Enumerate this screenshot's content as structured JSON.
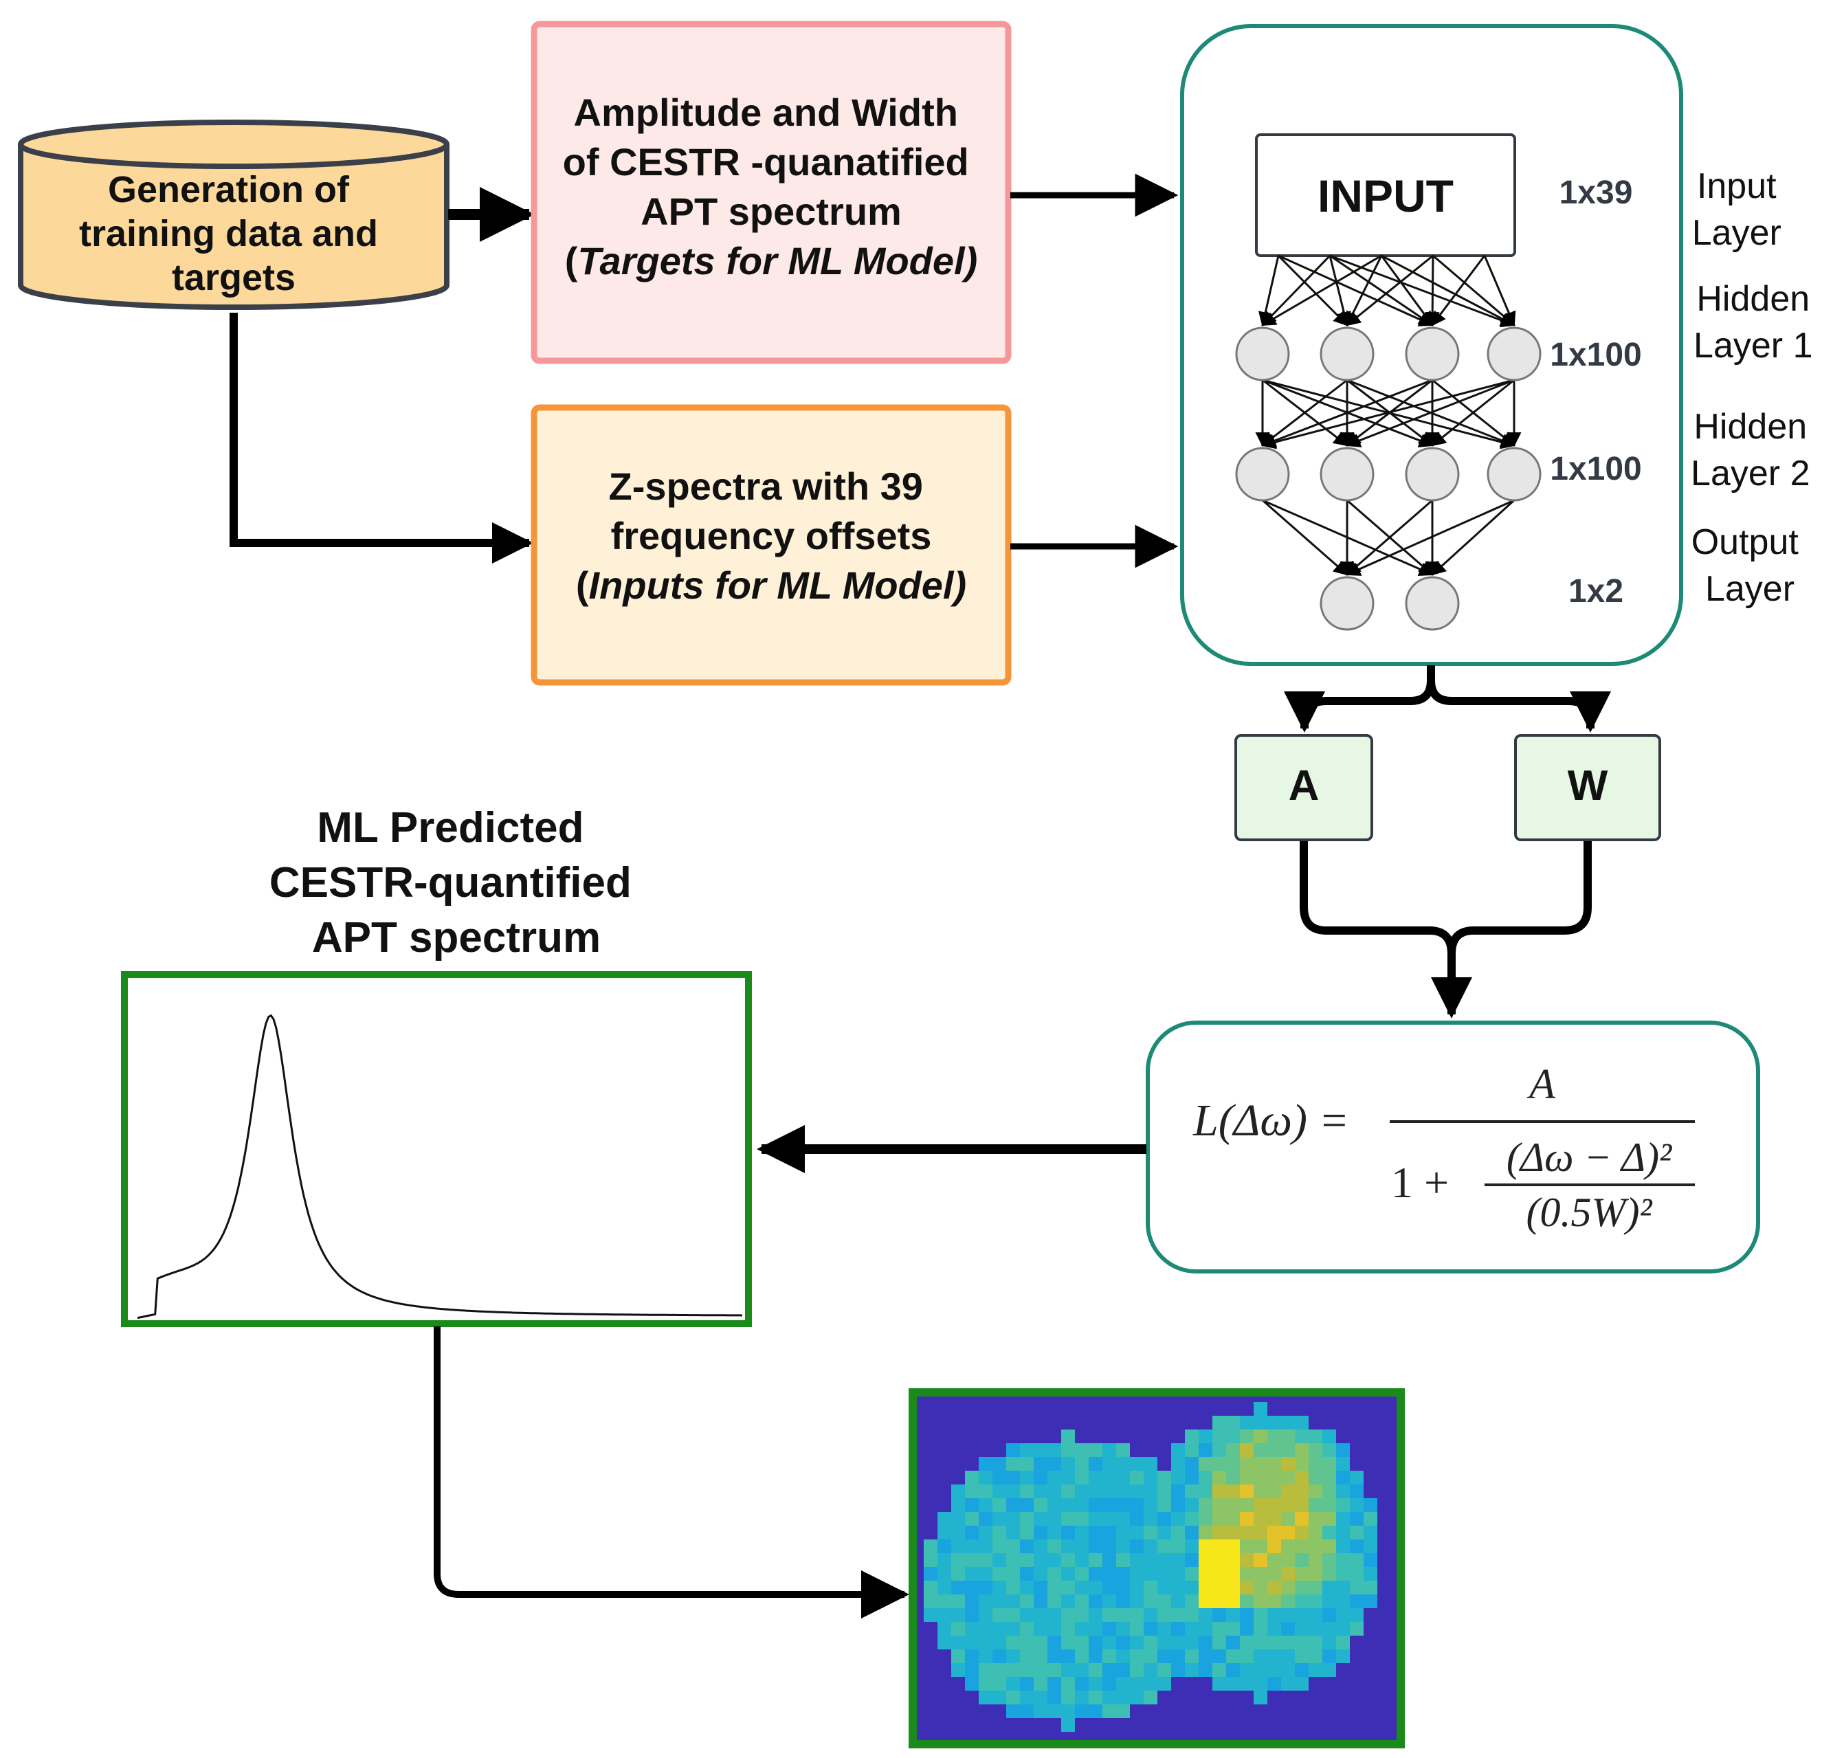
{
  "generation": {
    "line1": "Generation of",
    "line2": "training data and",
    "line3": "targets"
  },
  "targets_box": {
    "line1": "Amplitude and Width",
    "line2": "of CESTR -quanatified",
    "line3": "APT spectrum",
    "line4_open": "(",
    "line4_italic": "Targets for ML Model)"
  },
  "inputs_box": {
    "line1": "Z-spectra with 39",
    "line2": "frequency offsets",
    "line3_open": "(",
    "line3_italic": "Inputs for ML Model)"
  },
  "network": {
    "input_label": "INPUT",
    "dims": [
      "1x39",
      "1x100",
      "1x100",
      "1x2"
    ],
    "layer_names": [
      {
        "line1": "Input",
        "line2": "Layer"
      },
      {
        "line1": "Hidden",
        "line2": "Layer 1"
      },
      {
        "line1": "Hidden",
        "line2": "Layer 2"
      },
      {
        "line1": "Output",
        "line2": "Layer"
      }
    ],
    "layer_sizes": [
      4,
      4,
      2
    ]
  },
  "outputs": {
    "a": "A",
    "w": "W"
  },
  "equation": {
    "lhs": "L(Δω) =",
    "numerator": "A",
    "den_prefix": "1 +",
    "inner_num": "(Δω − Δ)²",
    "inner_den": "(0.5W)²"
  },
  "predicted": {
    "line1": "ML Predicted",
    "line2": "CESTR-quantified",
    "line3": "APT spectrum"
  },
  "spectrum_curve": {
    "peak_position": 0.22,
    "shoulder_position": 0.05
  },
  "colors": {
    "generation_fill": "#fcd99a",
    "targets_fill": "#fde9e8",
    "targets_border": "#f4989a",
    "inputs_fill": "#fef1d8",
    "inputs_border": "#f4953a",
    "network_border": "#1d8a78",
    "output_fill": "#e6f7e4",
    "predicted_border": "#1a8a1a",
    "map_background": "#3e2eb5"
  }
}
